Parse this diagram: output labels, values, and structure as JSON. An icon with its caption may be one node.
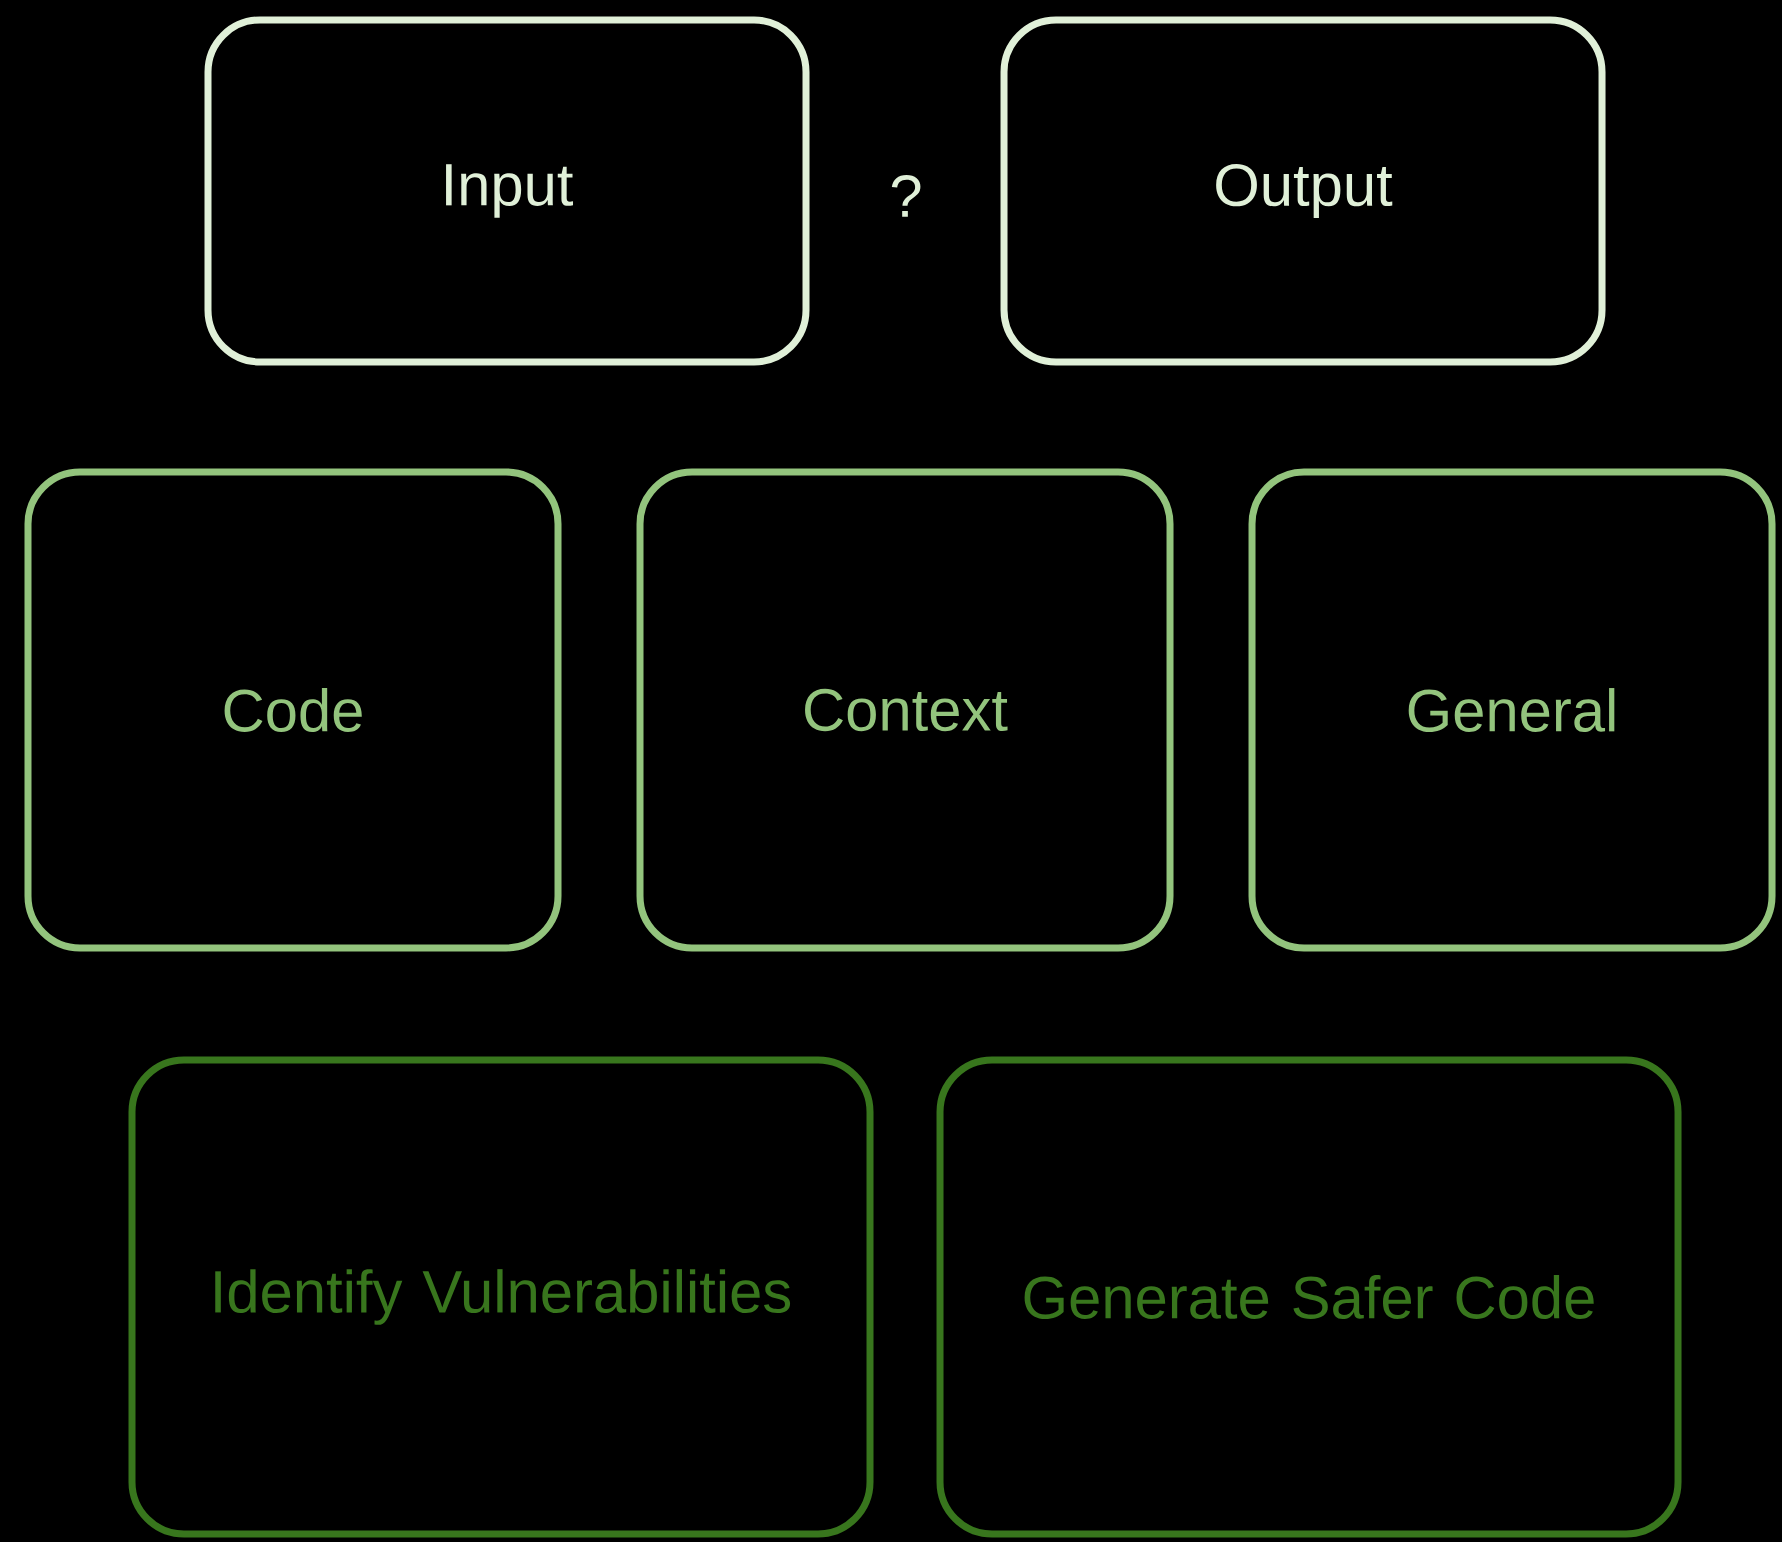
{
  "diagram": {
    "nodes": [
      {
        "text": [
          "Input"
        ]
      },
      {
        "text": [
          "Output"
        ]
      },
      {
        "text": [
          "Code"
        ]
      },
      {
        "text": [
          "Context"
        ]
      },
      {
        "text": [
          "General"
        ]
      },
      {
        "text": [
          "Identify Vulnerabilities"
        ]
      },
      {
        "text": [
          "Generate Safer Code"
        ]
      }
    ],
    "labels": [
      "?"
    ]
  }
}
